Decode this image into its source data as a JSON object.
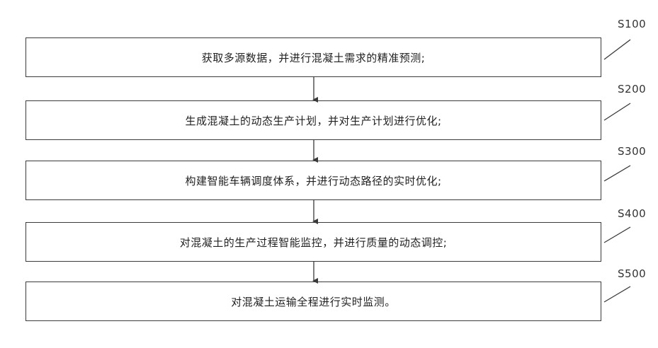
{
  "steps": [
    {
      "id": "S100",
      "text": "获取多源数据，并进行混凝土需求的精准预测;"
    },
    {
      "id": "S200",
      "text": "生成混凝土的动态生产计划，并对生产计划进行优化;"
    },
    {
      "id": "S300",
      "text": "构建智能车辆调度体系，并进行动态路径的实时优化;"
    },
    {
      "id": "S400",
      "text": "对混凝土的生产过程智能监控，并进行质量的动态调控;"
    },
    {
      "id": "S500",
      "text": "对混凝土运输全程进行实时监测。"
    }
  ],
  "colors": {
    "stroke": "#3a3a3a",
    "text": "#222222"
  }
}
